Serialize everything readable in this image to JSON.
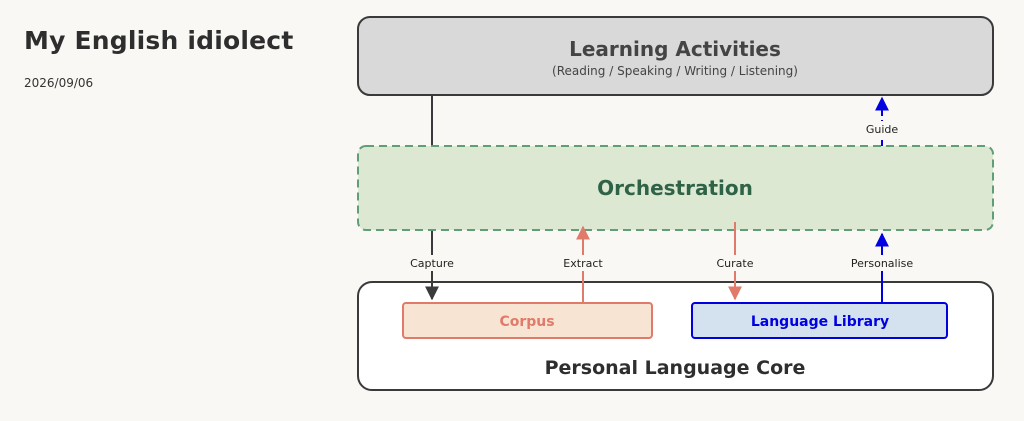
{
  "page": {
    "title": "My English idiolect",
    "date": "2026/09/06"
  },
  "diagram": {
    "learning": {
      "title": "Learning Activities",
      "subtitle": "(Reading / Speaking / Writing / Listening)"
    },
    "orchestration": {
      "title": "Orchestration"
    },
    "core": {
      "title": "Personal Language Core",
      "corpus": "Corpus",
      "library": "Language Library"
    },
    "arrows": {
      "guide": "Guide",
      "capture": "Capture",
      "extract": "Extract",
      "curate": "Curate",
      "personalise": "Personalise"
    },
    "colors": {
      "background": "#f9f8f4",
      "learning_fill": "#d9d9d9",
      "orchestration_fill": "#dde8d3",
      "orchestration_stroke": "#5f9e76",
      "orchestration_text": "#2f6347",
      "corpus_fill": "#f8e4d2",
      "corpus_stroke": "#e07b6c",
      "library_fill": "#d4e2f0",
      "library_stroke": "#0000e0",
      "dark_stroke": "#3a3a3a"
    }
  }
}
